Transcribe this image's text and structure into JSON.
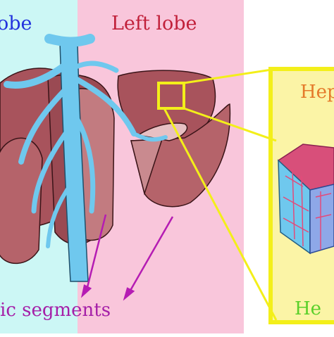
{
  "labels": {
    "right_lobe": "obe",
    "left_lobe": "Left lobe",
    "hepatic_segments": "ic segments",
    "inset_top": "Hep",
    "inset_bottom": "He"
  },
  "colors": {
    "right_lobe_bg": "#ccf7f5",
    "left_lobe_bg": "#f9c6db",
    "inset_bg": "#fbf4a6",
    "inset_border": "#f3ef1a",
    "liver": "#a8535c",
    "vessel": "#6fc8ee",
    "arrow": "#b51cb3",
    "label_blue": "#2233dd",
    "label_red": "#c1203a",
    "label_purple": "#a51fa8",
    "label_orange": "#e57a2a",
    "label_green": "#5ad02a"
  }
}
